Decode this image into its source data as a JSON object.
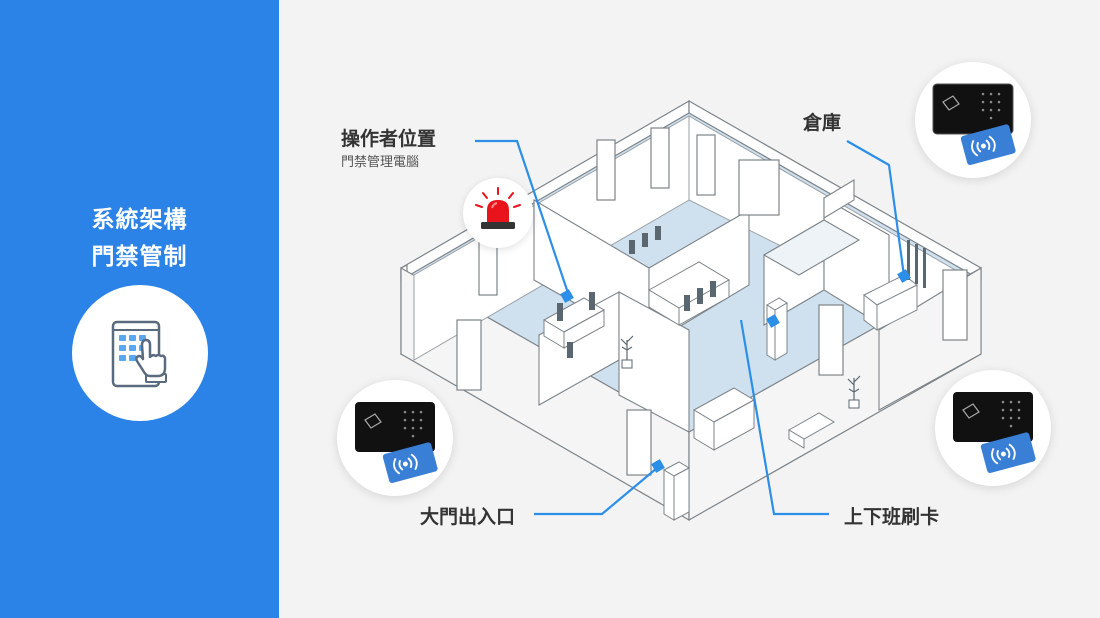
{
  "sidebar": {
    "title_line1": "系統架構",
    "title_line2": "門禁管制",
    "icon": "tablet-touch-keypad-icon"
  },
  "labels": {
    "operator_title": "操作者位置",
    "operator_sub": "門禁管理電腦",
    "warehouse": "倉庫",
    "main_gate": "大門出入口",
    "clock_in": "上下班刷卡"
  },
  "icons": {
    "alarm": "red-siren-icon",
    "card_reader": "card-reader-keypad-icon",
    "rfid_card": "rfid-card-icon"
  },
  "colors": {
    "sidebar_bg": "#2b83e8",
    "accent_line": "#2b8fe8",
    "floor": "#cfe0ee",
    "wall": "#ffffff",
    "wall_edge": "#7d8489",
    "alarm_red": "#e8131b",
    "card_blue": "#3a7fd6",
    "reader_black": "#111111"
  }
}
